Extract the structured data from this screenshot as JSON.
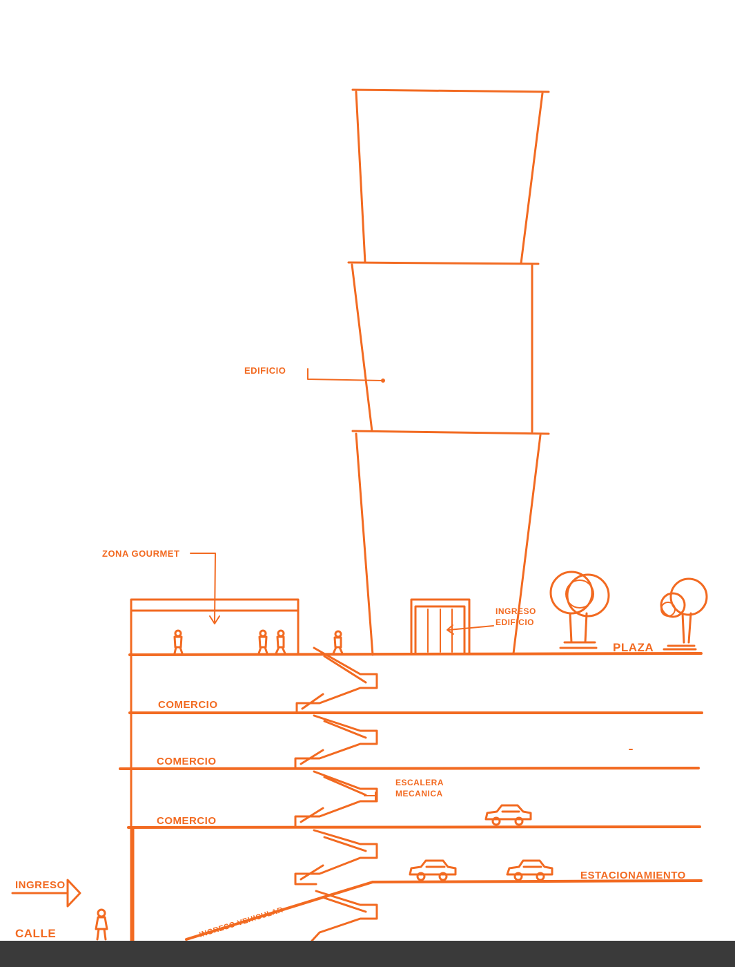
{
  "labels": {
    "edificio": "EDIFICIO",
    "zona_gourmet": "ZONA GOURMET",
    "ingreso_edificio_1": "INGRESO",
    "ingreso_edificio_2": "EDIFICIO",
    "plaza": "PLAZA",
    "comercio_1": "COMERCIO",
    "comercio_2": "COMERCIO",
    "comercio_3": "COMERCIO",
    "escalera_1": "ESCALERA",
    "escalera_2": "MECANICA",
    "estacionamiento": "ESTACIONAMIENTO",
    "ingreso": "INGRESO",
    "calle": "CALLE",
    "ingreso_vehicular": "INGRESO VEHICULAR"
  },
  "colors": {
    "ink": "#f26a21",
    "background": "#ffffff",
    "footer": "#3a3a3a"
  }
}
